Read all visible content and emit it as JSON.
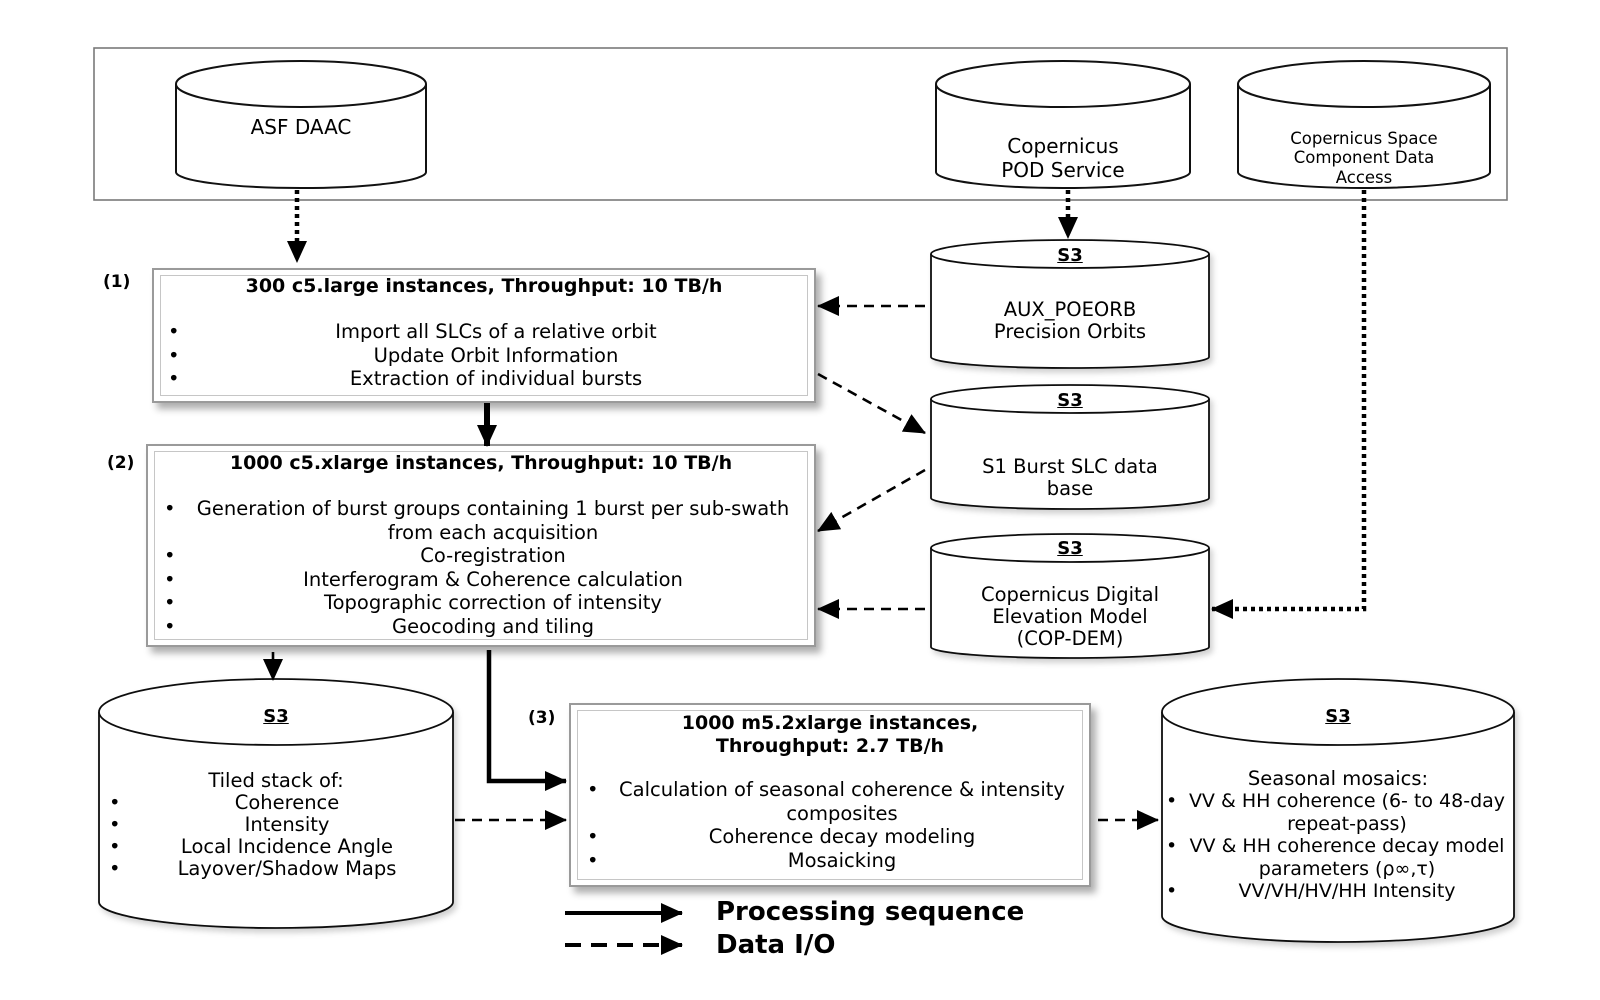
{
  "sources": {
    "asf": "ASF DAAC",
    "pod": "Copernicus\nPOD Service",
    "cscda": "Copernicus Space\nComponent Data\nAccess"
  },
  "steps": [
    {
      "label": "(1)",
      "title": "300 c5.large instances, Throughput:  10 TB/h",
      "bullets": [
        "Import all SLCs of a relative orbit",
        "Update Orbit Information",
        "Extraction of individual bursts"
      ]
    },
    {
      "label": "(2)",
      "title": "1000 c5.xlarge instances, Throughput:  10 TB/h",
      "bullets": [
        "Generation of burst groups containing 1 burst per sub-swath from each acquisition",
        "Co-registration",
        "Interferogram & Coherence calculation",
        "Topographic correction of intensity",
        "Geocoding and tiling"
      ]
    },
    {
      "label": "(3)",
      "title": "1000 m5.2xlarge instances,\nThroughput:  2.7 TB/h",
      "bullets": [
        "Calculation of seasonal coherence & intensity composites",
        "Coherence decay modeling",
        "Mosaicking"
      ]
    }
  ],
  "stores": {
    "orbits": {
      "heading": "S3",
      "text": "AUX_POEORB\nPrecision Orbits"
    },
    "bursts": {
      "heading": "S3",
      "text": "S1 Burst SLC data\nbase"
    },
    "dem": {
      "heading": "S3",
      "text": "Copernicus Digital\nElevation Model\n(COP-DEM)"
    },
    "tiles": {
      "heading": "S3",
      "intro": "Tiled stack of:",
      "items": [
        "Coherence",
        "Intensity",
        "Local Incidence Angle",
        "Layover/Shadow Maps"
      ]
    },
    "mosaics": {
      "heading": "S3",
      "intro": "Seasonal mosaics:",
      "items": [
        "VV & HH coherence (6- to 48-day repeat-pass)",
        "VV & HH coherence decay model parameters (ρ∞,τ)",
        "VV/VH/HV/HH Intensity"
      ]
    }
  },
  "legend": {
    "solid": "Processing sequence",
    "dashed": "Data I/O"
  },
  "bullet_glyph": "•"
}
